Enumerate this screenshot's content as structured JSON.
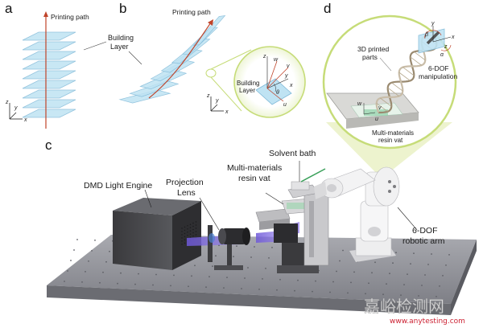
{
  "panels": {
    "a": "a",
    "b": "b",
    "c": "c",
    "d": "d"
  },
  "panel_a": {
    "printing_path": "Printing path",
    "axes": {
      "z": "z",
      "y": "y",
      "x": "x"
    }
  },
  "panel_b": {
    "printing_path": "Printing path",
    "building_layer_line1": "Building",
    "building_layer_line2": "Layer",
    "inset_label_line1": "Building",
    "inset_label_line2": "Layer",
    "inset_axes": {
      "w": "w",
      "v": "v",
      "u": "u",
      "theta": "θ",
      "z": "z",
      "y": "y",
      "x": "x"
    },
    "axes": {
      "z": "z",
      "y": "y",
      "x": "x"
    }
  },
  "panel_c": {
    "dmd": "DMD Light Engine",
    "projection_line1": "Projection",
    "projection_line2": "Lens",
    "resin_vat_line1": "Multi-materials",
    "resin_vat_line2": "resin vat",
    "solvent_bath": "Solvent bath",
    "robot_arm_line1": "6-DOF",
    "robot_arm_line2": "robotic arm"
  },
  "panel_d": {
    "parts_line1": "3D printed",
    "parts_line2": "parts",
    "manip_line1": "6-DOF",
    "manip_line2": "manipulation",
    "vat_line1": "Multi-materials",
    "vat_line2": "resin vat",
    "axes": {
      "beta": "β",
      "alpha": "α",
      "y": "y",
      "x": "x",
      "z": "z",
      "u": "u",
      "v": "v",
      "w": "w"
    }
  },
  "watermark": {
    "cn": "嘉峪检测网",
    "url": "www.anytesting.com"
  },
  "colors": {
    "layer_fill": "#bfe3f3",
    "layer_stroke": "#7fb9d8",
    "path": "#c0442a",
    "callout": "#c6dc78",
    "table": "#8a8a90",
    "beam": "#7f5fd0"
  }
}
